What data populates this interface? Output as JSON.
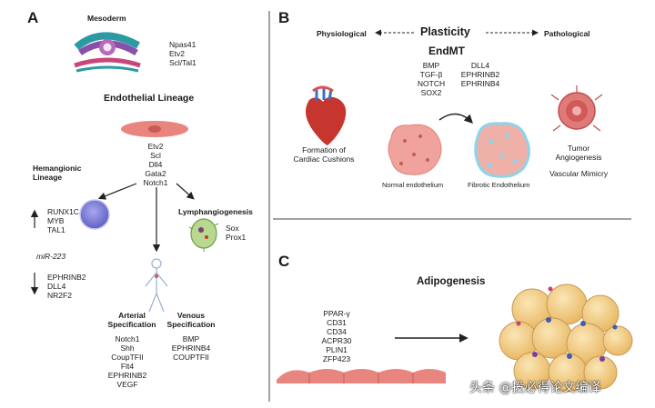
{
  "panel_a": {
    "letter": "A",
    "mesoderm_title": "Mesoderm",
    "mesoderm_genes": [
      "Npas41",
      "Etv2",
      "Scl/Tal1"
    ],
    "lineage_title": "Endothelial Lineage",
    "lineage_genes": [
      "Etv2",
      "Scl",
      "Dll4",
      "Gata2",
      "Notch1"
    ],
    "hemangionic_title_1": "Hemangionic",
    "hemangionic_title_2": "Lineage",
    "hemangionic_up_genes": [
      "RUNX1C",
      "MYB",
      "TAL1"
    ],
    "mirna": "miR-223",
    "hemangionic_down_genes": [
      "EPHRINB2",
      "DLL4",
      "NR2F2"
    ],
    "lymph_title": "Lymphangiogenesis",
    "lymph_genes": [
      "Sox",
      "Prox1"
    ],
    "arterial_title_1": "Arterial",
    "arterial_title_2": "Specification",
    "arterial_genes": [
      "Notch1",
      "Shh",
      "CoupTFII",
      "Flt4",
      "EPHRINB2",
      "VEGF"
    ],
    "venous_title_1": "Venous",
    "venous_title_2": "Specification",
    "venous_genes": [
      "BMP",
      "EPHRINB4",
      "COUPTFII"
    ]
  },
  "panel_b": {
    "letter": "B",
    "physiological": "Physiological",
    "plasticity": "Plasticity",
    "pathological": "Pathological",
    "endmt_title": "EndMT",
    "endmt_genes_left": [
      "BMP",
      "TGF-β",
      "NOTCH",
      "SOX2"
    ],
    "endmt_genes_right": [
      "DLL4",
      "EPHRINB2",
      "EPHRINB4"
    ],
    "cardiac_label_1": "Formation of",
    "cardiac_label_2": "Cardiac Cushions",
    "normal_label": "Normal endothelium",
    "fibrotic_label": "Fibrotic Endothelium",
    "tumor_label_1": "Tumor",
    "tumor_label_2": "Angiogenesis",
    "vascular_label": "Vascular Mimicry"
  },
  "panel_c": {
    "letter": "C",
    "title": "Adipogenesis",
    "genes": [
      "PPAR-γ",
      "CD31",
      "CD34",
      "ACPR30",
      "PLIN1",
      "ZFP423"
    ]
  },
  "watermark": "头条 @投必得论文编译",
  "colors": {
    "endothelial_cell": "#e8857f",
    "hemangionic_cell": "#7f7fd6",
    "lymph_cell": "#b8d88f",
    "fat_cell": "#f3cf86",
    "tumor": "#e07a78",
    "fibrotic_border": "#8fd3ea"
  }
}
